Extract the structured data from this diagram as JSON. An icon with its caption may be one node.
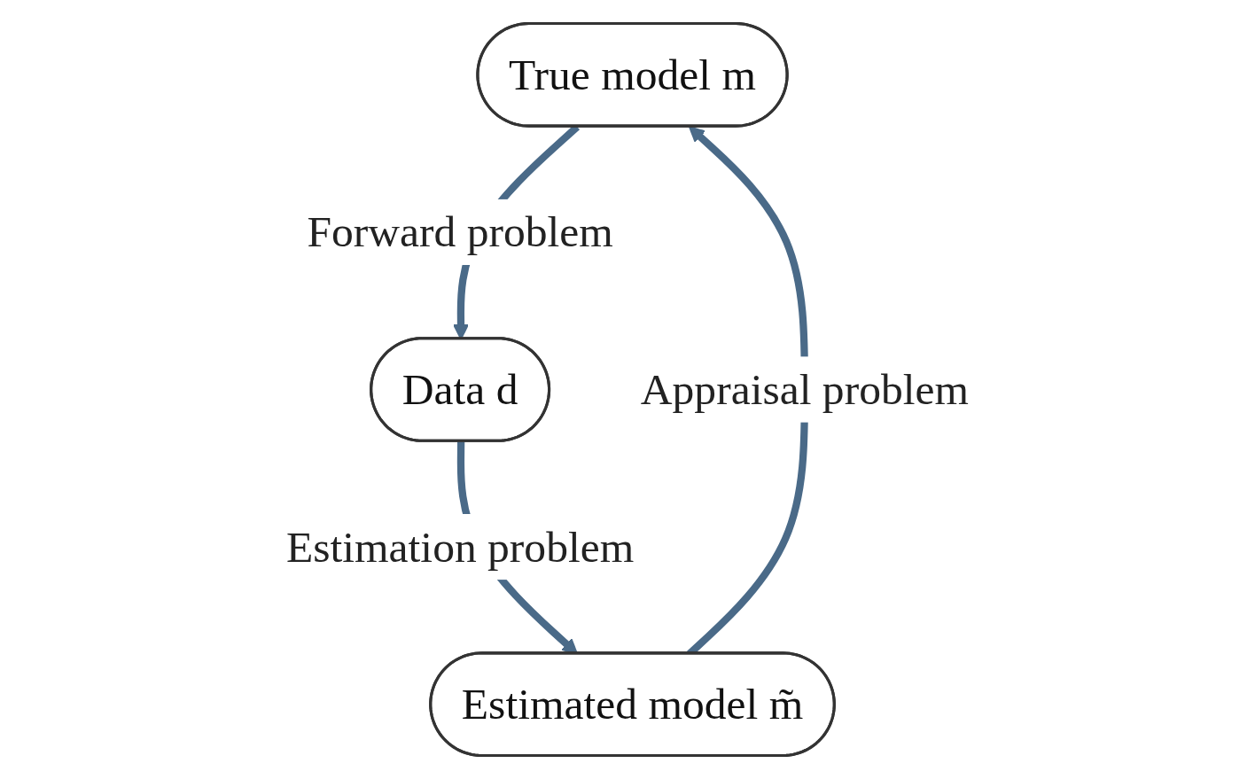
{
  "diagram": {
    "nodes": [
      {
        "text": [
          "True model m"
        ]
      },
      {
        "text": [
          "Data d"
        ]
      },
      {
        "text": [
          "Estimated model m̃"
        ]
      }
    ],
    "edges": [
      {
        "from": 0,
        "to": 1,
        "arrow": "to",
        "label": "Forward problem"
      },
      {
        "from": 1,
        "to": 2,
        "arrow": "to",
        "label": "Estimation problem"
      },
      {
        "from": 2,
        "to": 0,
        "arrow": "to",
        "label": "Appraisal problem"
      }
    ]
  }
}
